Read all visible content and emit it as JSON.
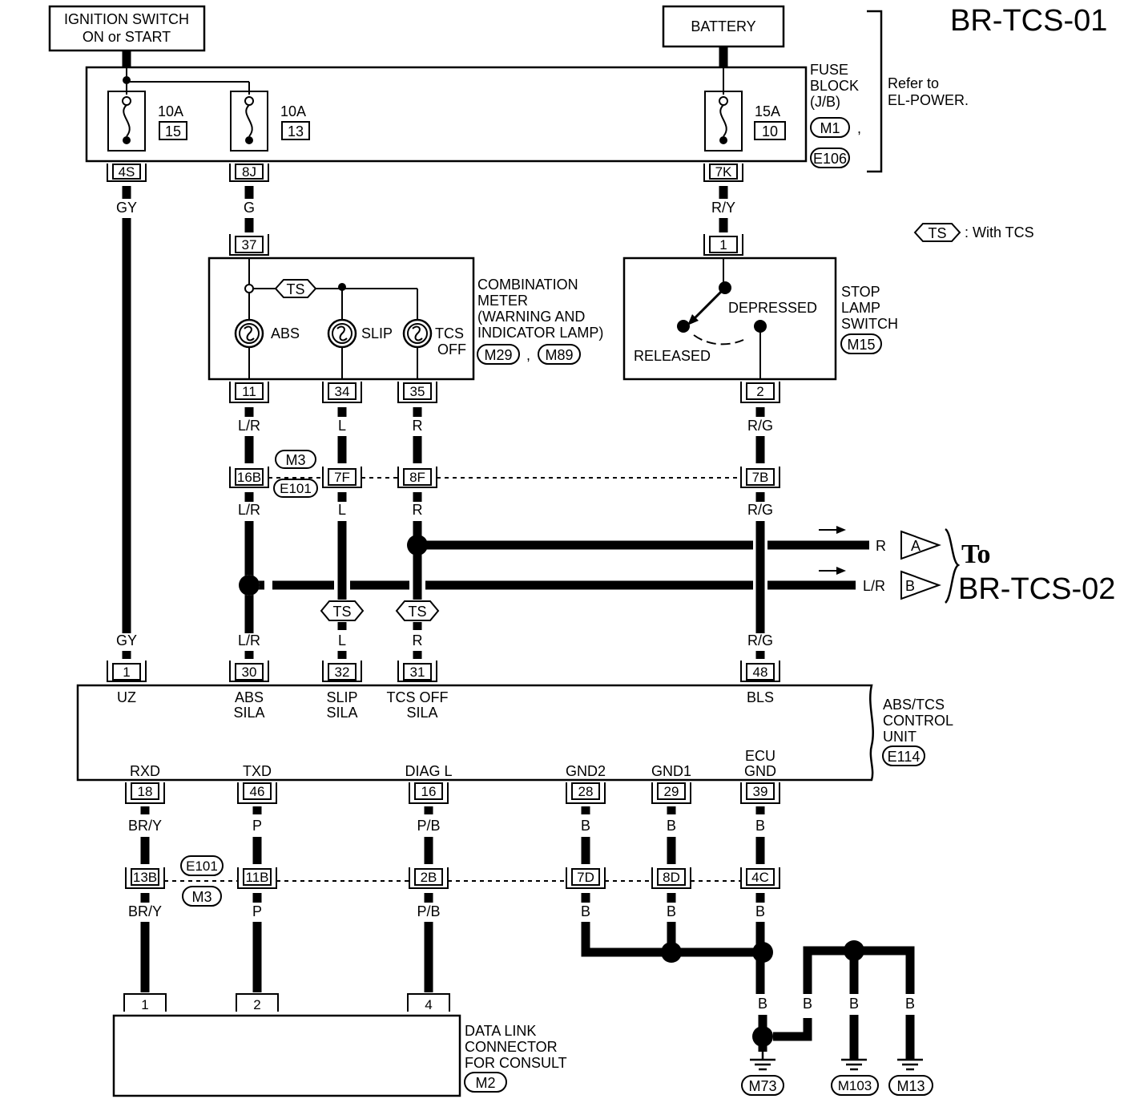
{
  "page_title": "BR-TCS-01",
  "sources": {
    "ignition": [
      "IGNITION SWITCH",
      "ON or START"
    ],
    "battery": "BATTERY"
  },
  "fuse_block": {
    "label": [
      "FUSE",
      "BLOCK",
      "(J/B)"
    ],
    "connectors": [
      "M1",
      "E106"
    ],
    "sep": ",",
    "refer": [
      "Refer to",
      "EL-POWER."
    ],
    "fuses": [
      {
        "amps": "10A",
        "num": "15",
        "pin": "4S",
        "wire": "GY"
      },
      {
        "amps": "10A",
        "num": "13",
        "pin": "8J",
        "wire": "G"
      },
      {
        "amps": "15A",
        "num": "10",
        "pin": "7K",
        "wire": "R/Y"
      }
    ]
  },
  "legend": {
    "symbol": "TS",
    "text": ": With TCS"
  },
  "combination_meter": {
    "label": [
      "COMBINATION",
      "METER",
      "(WARNING AND",
      "INDICATOR LAMP)"
    ],
    "connectors": [
      "M29",
      "M89"
    ],
    "sep": ",",
    "input_pin": "37",
    "ts": "TS",
    "lamps": [
      "ABS",
      "SLIP",
      "TCS",
      "OFF"
    ],
    "pins": [
      "11",
      "34",
      "35"
    ],
    "wires": [
      "L/R",
      "L",
      "R"
    ]
  },
  "stop_lamp_switch": {
    "label": [
      "STOP",
      "LAMP",
      "SWITCH"
    ],
    "connector": "M15",
    "pins": [
      "1",
      "2"
    ],
    "states": {
      "depressed": "DEPRESSED",
      "released": "RELEASED"
    },
    "wire": "R/G"
  },
  "junction_upper": {
    "connectors": [
      "M3",
      "E101"
    ],
    "pins": [
      "16B",
      "7F",
      "8F",
      "7B"
    ],
    "wires_below": [
      "L/R",
      "L",
      "R",
      "R/G"
    ]
  },
  "to_other_page": {
    "lines": [
      {
        "wire": "R",
        "tag": "A"
      },
      {
        "wire": "L/R",
        "tag": "B"
      }
    ],
    "to": "To",
    "page": "BR-TCS-02"
  },
  "ts_marks": [
    "TS",
    "TS"
  ],
  "control_unit": {
    "label": [
      "ABS/TCS",
      "CONTROL",
      "UNIT"
    ],
    "connector": "E114",
    "top_pins": [
      {
        "pin": "1",
        "name": [
          "UZ"
        ],
        "wire": "GY"
      },
      {
        "pin": "30",
        "name": [
          "ABS",
          "SILA"
        ],
        "wire": "L/R"
      },
      {
        "pin": "32",
        "name": [
          "SLIP",
          "SILA"
        ],
        "wire": "L"
      },
      {
        "pin": "31",
        "name": [
          "TCS OFF",
          "SILA"
        ],
        "wire": "R"
      },
      {
        "pin": "48",
        "name": [
          "BLS"
        ],
        "wire": "R/G"
      }
    ],
    "bottom_pins": [
      {
        "pin": "18",
        "name": [
          "RXD"
        ],
        "wire": "BR/Y"
      },
      {
        "pin": "46",
        "name": [
          "TXD"
        ],
        "wire": "P"
      },
      {
        "pin": "16",
        "name": [
          "DIAG L"
        ],
        "wire": "P/B"
      },
      {
        "pin": "28",
        "name": [
          "GND2"
        ],
        "wire": "B"
      },
      {
        "pin": "29",
        "name": [
          "GND1"
        ],
        "wire": "B"
      },
      {
        "pin": "39",
        "name": [
          "ECU",
          "GND"
        ],
        "wire": "B"
      }
    ]
  },
  "junction_lower": {
    "connectors": [
      "E101",
      "M3"
    ],
    "pins": [
      "13B",
      "11B",
      "2B",
      "7D",
      "8D",
      "4C"
    ],
    "wires_below": [
      "BR/Y",
      "P",
      "P/B",
      "B",
      "B",
      "B"
    ]
  },
  "data_link": {
    "label": [
      "DATA LINK",
      "CONNECTOR",
      "FOR CONSULT"
    ],
    "connector": "M2",
    "pins": [
      "1",
      "2",
      "4"
    ]
  },
  "grounds": {
    "wires": [
      "B",
      "B",
      "B",
      "B"
    ],
    "points": [
      "M73",
      "M103",
      "M13"
    ]
  }
}
